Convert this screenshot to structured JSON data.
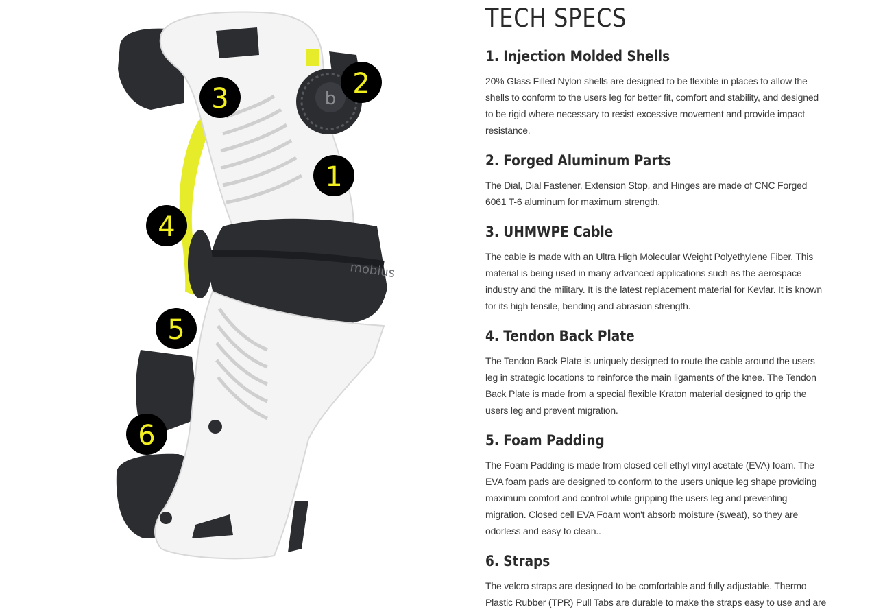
{
  "page": {
    "title": "TECH SPECS"
  },
  "colors": {
    "marker_fill": "#000000",
    "marker_text": "#f2ef1e",
    "accent_yellow": "#e6ec2a",
    "shell_white": "#f4f4f4",
    "liner_dark": "#2b2d31",
    "heading_text": "#2a2a2a",
    "body_text": "#3a3a3a"
  },
  "image": {
    "subject_icon": "knee-brace-image",
    "brand_mark_dial": "b",
    "brand_mark_liner": "mobius",
    "markers": [
      "1",
      "2",
      "3",
      "4",
      "5",
      "6"
    ]
  },
  "specs": [
    {
      "heading": "1. Injection Molded Shells",
      "body": "20% Glass Filled Nylon shells are designed to be flexible in places to allow the shells to conform to the users leg for better fit, comfort and stability, and designed to be rigid where necessary to resist excessive movement and provide impact resistance."
    },
    {
      "heading": "2. Forged Aluminum Parts",
      "body": "The Dial, Dial Fastener, Extension Stop, and Hinges are made of CNC Forged 6061 T-6 aluminum for maximum strength."
    },
    {
      "heading": "3. UHMWPE Cable",
      "body": "The cable is made with an Ultra High Molecular Weight Polyethylene Fiber. This material is being used in many advanced applications such as the aerospace industry and the military. It is the latest replacement material for Kevlar. It is known for its high tensile, bending and abrasion strength."
    },
    {
      "heading": "4. Tendon Back Plate",
      "body": "The Tendon Back Plate is uniquely designed to route the cable around the users leg in strategic locations to reinforce the main ligaments of the knee. The Tendon Back Plate is made from a special flexible Kraton material designed to grip the users leg and prevent migration."
    },
    {
      "heading": "5. Foam Padding",
      "body": "The Foam Padding is made from closed cell ethyl vinyl acetate (EVA) foam. The EVA foam pads are designed to conform to the users unique leg shape providing maximum comfort and control while gripping the users leg and preventing migration. Closed cell EVA Foam won't absorb moisture (sweat), so they are odorless and easy to clean.."
    },
    {
      "heading": "6. Straps",
      "body": "The velcro straps are designed to be comfortable and fully adjustable. Thermo Plastic Rubber (TPR) Pull Tabs are durable to make the straps easy to use and are numbered to prompt the user to tighten the straps in the correct order to ensure proper fit."
    }
  ]
}
